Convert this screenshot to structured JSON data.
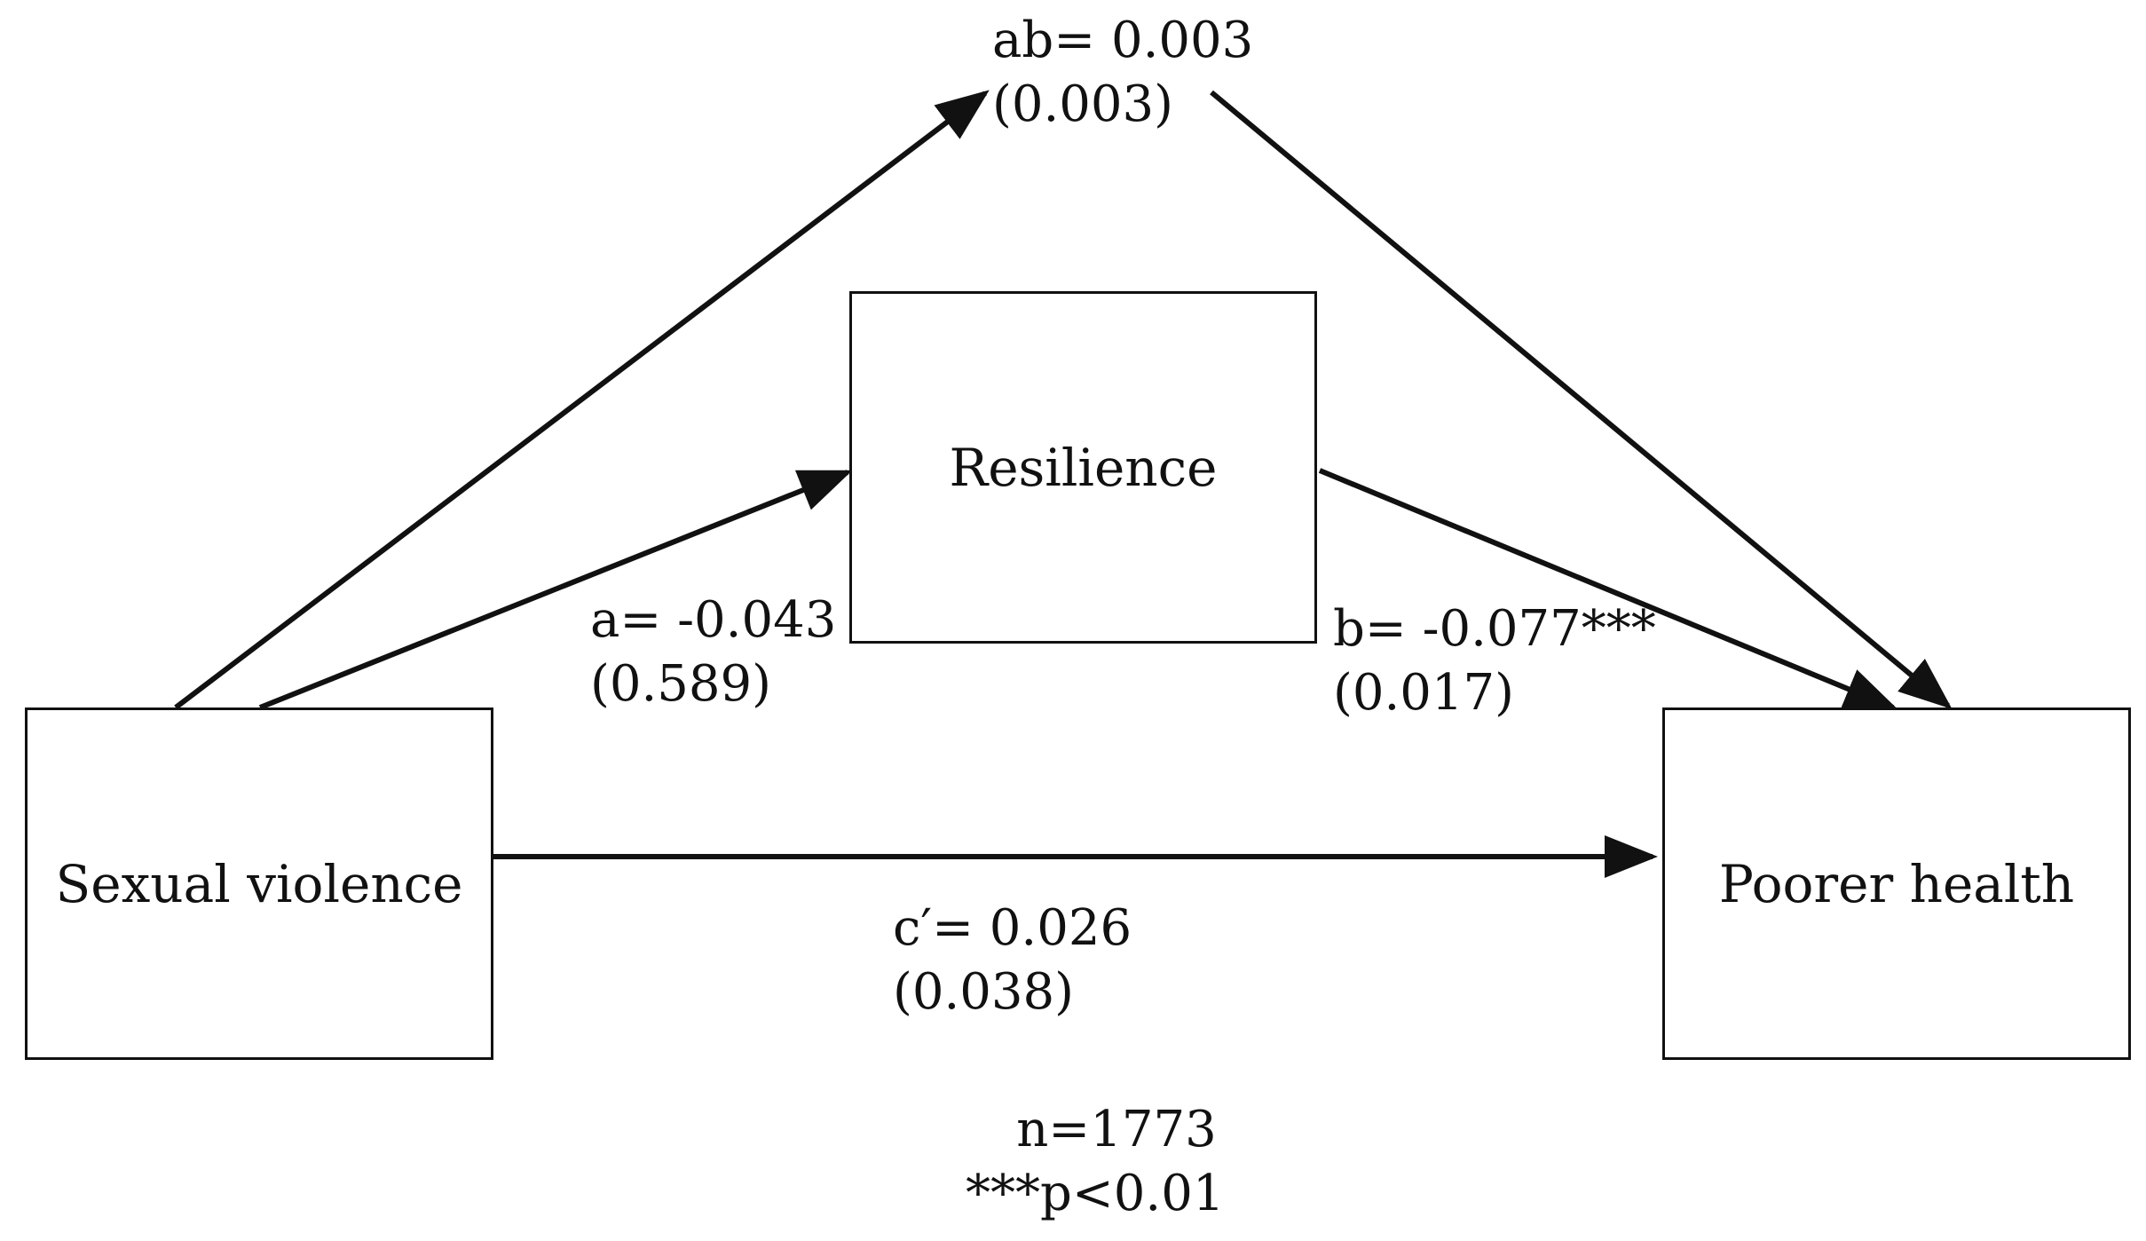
{
  "nodes": {
    "sexual_violence": "Sexual violence",
    "resilience": "Resilience",
    "poorer_health": "Poorer health"
  },
  "paths": {
    "ab": {
      "label": "ab= 0.003",
      "se": "(0.003)"
    },
    "a": {
      "label": "a= -0.043",
      "se": "(0.589)"
    },
    "b": {
      "label": "b= -0.077***",
      "se": "(0.017)"
    },
    "c_prime": {
      "label": "c′= 0.026",
      "se": "(0.038)"
    }
  },
  "footnote": {
    "n": "n=1773",
    "significance": "***p<0.01"
  },
  "colors": {
    "stroke": "#111111",
    "background": "#ffffff"
  }
}
